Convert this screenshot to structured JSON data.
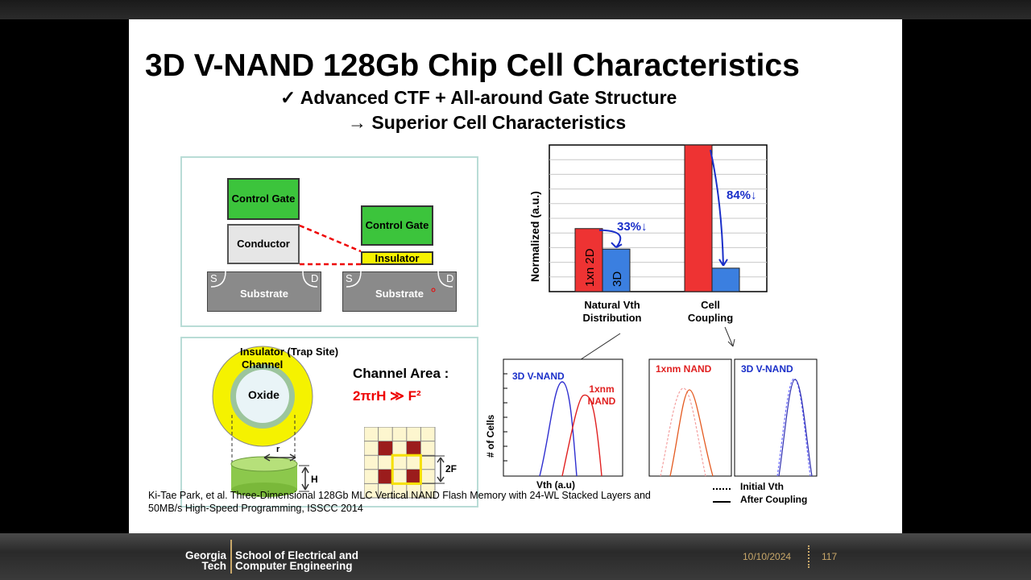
{
  "slide": {
    "title": "3D V-NAND 128Gb Chip Cell Characteristics",
    "subtitle_line1": "✓ Advanced CTF + All-around Gate Structure",
    "subtitle_line2": "→ Superior Cell Characteristics",
    "citation": "Ki-Tae Park, et al. Three-Dimensional 128Gb MLC Vertical NAND Flash Memory with 24-WL Stacked Layers and 50MB/s High-Speed Programming, ISSCC 2014"
  },
  "left_diagram": {
    "control_gate_1": "Control Gate",
    "conductor": "Conductor",
    "substrate_1": "Substrate",
    "control_gate_2": "Control Gate",
    "insulator": "Insulator",
    "substrate_2": "Substrate",
    "s_label": "S",
    "d_label": "D"
  },
  "channel_diagram": {
    "insulator_label": "Insulator (Trap Site)",
    "channel_label": "Channel",
    "oxide_label": "Oxide",
    "r_label": "r",
    "h_label": "H",
    "channel_area_title": "Channel Area :",
    "channel_area_formula": "2πrH ≫ F²",
    "f2_label": "2F"
  },
  "chart_data": {
    "type": "bar",
    "ylabel": "Normalized (a.u.)",
    "categories": [
      "Natural Vth Distribution",
      "Cell Coupling"
    ],
    "series": [
      {
        "name": "1xn 2D",
        "values": [
          0.43,
          1.0
        ]
      },
      {
        "name": "3D",
        "values": [
          0.29,
          0.16
        ]
      }
    ],
    "annotations": [
      "33%↓",
      "84%↓"
    ],
    "grid": true,
    "colors": {
      "2d": "#ee3333",
      "3d": "#3b7fe0"
    }
  },
  "vth_plots": {
    "ylabel": "# of Cells",
    "xlabel": "Vth (a.u)",
    "left_label_3d": "3D V-NAND",
    "left_label_1x": "1xnm NAND",
    "mid_label": "1xnm NAND",
    "right_label": "3D V-NAND",
    "legend_initial": "Initial Vth",
    "legend_after": "After Coupling"
  },
  "footer": {
    "school_line1": "Georgia",
    "school_line2": "Tech",
    "dept_line1": "School of Electrical and",
    "dept_line2": "Computer Engineering",
    "date": "10/10/2024",
    "page": "117"
  }
}
